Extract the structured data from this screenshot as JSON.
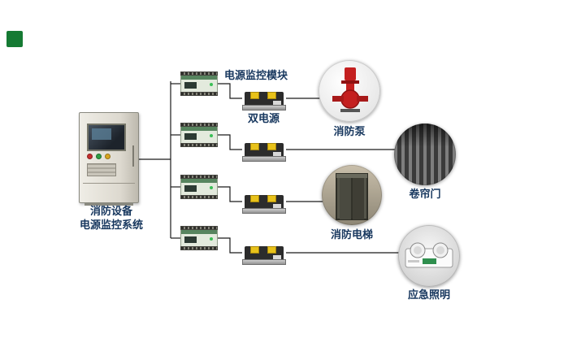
{
  "colors": {
    "label_blue": "#17375e",
    "wire_black": "#1a1a1a",
    "logo_green": "#157a33",
    "ats_yellow": "#e8c21a",
    "pump_red": "#c42020",
    "module_green": "#57855f"
  },
  "cabinet": {
    "label_line1": "消防设备",
    "label_line2": "电源监控系统"
  },
  "component_labels": {
    "module": "电源监控模块",
    "dual_power": "双电源"
  },
  "devices": [
    {
      "id": "fire-pump",
      "label": "消防泵"
    },
    {
      "id": "roller-shutter-door",
      "label": "卷帘门"
    },
    {
      "id": "fire-elevator",
      "label": "消防电梯"
    },
    {
      "id": "emergency-lighting",
      "label": "应急照明"
    }
  ]
}
